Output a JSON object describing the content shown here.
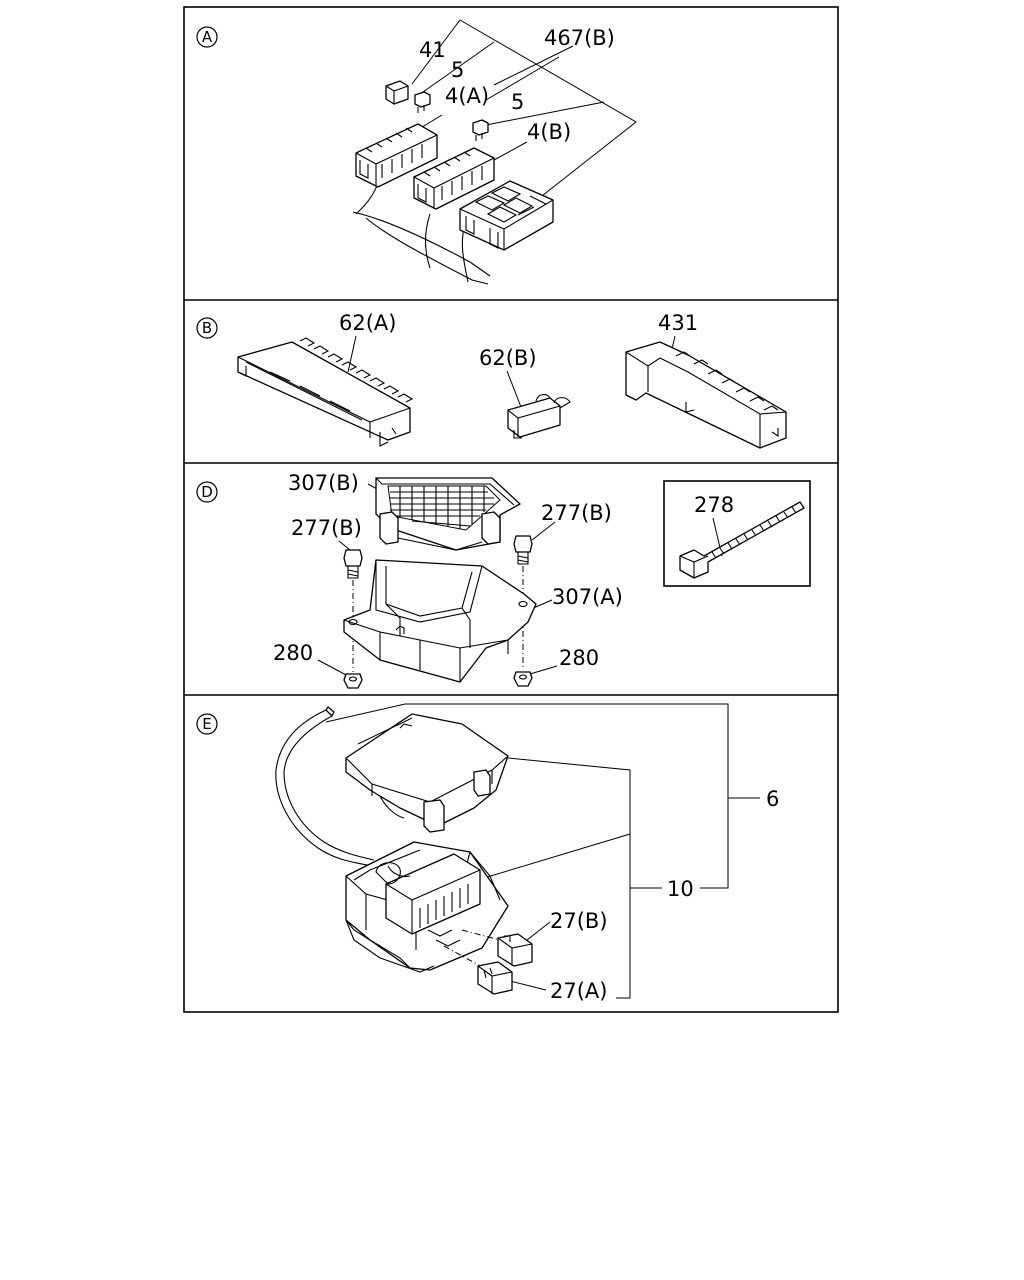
{
  "sections": {
    "a": {
      "id": "A",
      "labels": {
        "l41": "41",
        "l5a": "5",
        "l467b": "467(B)",
        "l4a": "4(A)",
        "l5b": "5",
        "l4b": "4(B)"
      }
    },
    "b": {
      "id": "B",
      "labels": {
        "l62a": "62(A)",
        "l62b": "62(B)",
        "l431": "431"
      }
    },
    "d": {
      "id": "D",
      "labels": {
        "l307b": "307(B)",
        "l277bl": "277(B)",
        "l277br": "277(B)",
        "l307a": "307(A)",
        "l280l": "280",
        "l280r": "280",
        "l278": "278"
      }
    },
    "e": {
      "id": "E",
      "labels": {
        "l6": "6",
        "l10": "10",
        "l27b": "27(B)",
        "l27a": "27(A)"
      }
    }
  }
}
